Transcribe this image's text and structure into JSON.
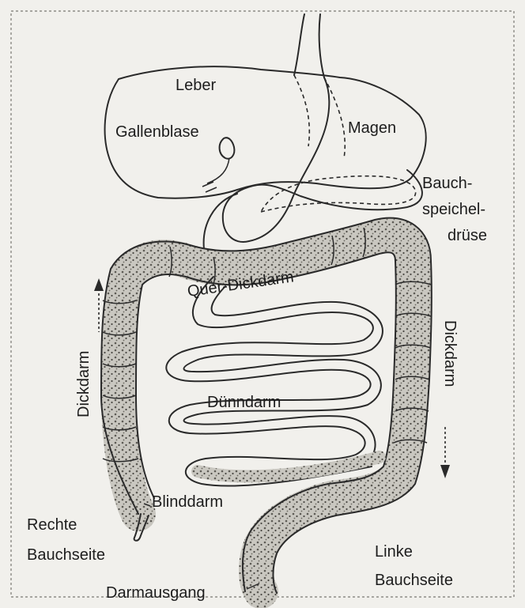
{
  "labels": {
    "leber": "Leber",
    "gallenblase": "Gallenblase",
    "magen": "Magen",
    "bauchspeicheldruese_1": "Bauch-",
    "bauchspeicheldruese_2": "speichel-",
    "bauchspeicheldruese_3": "drüse",
    "quer_dickdarm": "Quer-Dickdarm",
    "dickdarm_left": "Dickdarm",
    "dickdarm_right": "Dickdarm",
    "duenndarm": "Dünndarm",
    "blinddarm": "Blinddarm",
    "rechte_bauchseite_1": "Rechte",
    "rechte_bauchseite_2": "Bauchseite",
    "linke_bauchseite_1": "Linke",
    "linke_bauchseite_2": "Bauchseite",
    "darmausgang": "Darmausgang"
  }
}
